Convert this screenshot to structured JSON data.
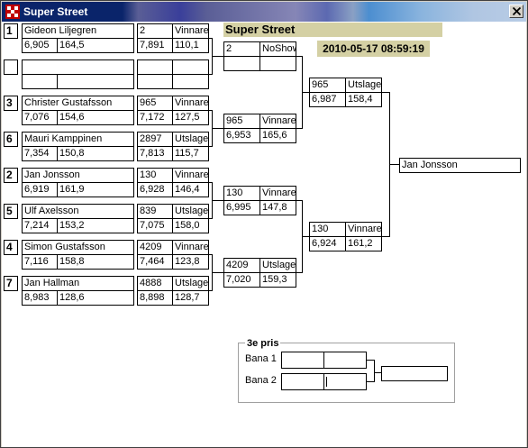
{
  "window": {
    "title": "Super Street",
    "icon": "dragster-app-icon"
  },
  "event": {
    "title": "Super Street",
    "datetime": "2010-05-17 08:59:19"
  },
  "round1": [
    {
      "seed": "1",
      "name": "Gideon Liljegren",
      "rt": "6,905",
      "speed": "164,5",
      "lane": "2",
      "result": "Vinnare",
      "et": "7,891",
      "mph": "110,1"
    },
    {
      "seed": "",
      "name": "",
      "rt": "",
      "speed": "",
      "lane": "",
      "result": "",
      "et": "",
      "mph": ""
    },
    {
      "seed": "3",
      "name": "Christer Gustafsson",
      "rt": "7,076",
      "speed": "154,6",
      "lane": "965",
      "result": "Vinnare",
      "et": "7,172",
      "mph": "127,5"
    },
    {
      "seed": "6",
      "name": "Mauri Kamppinen",
      "rt": "7,354",
      "speed": "150,8",
      "lane": "2897",
      "result": "Utslagen",
      "et": "7,813",
      "mph": "115,7"
    },
    {
      "seed": "2",
      "name": "Jan Jonsson",
      "rt": "6,919",
      "speed": "161,9",
      "lane": "130",
      "result": "Vinnare",
      "et": "6,928",
      "mph": "146,4"
    },
    {
      "seed": "5",
      "name": "Ulf Axelsson",
      "rt": "7,214",
      "speed": "153,2",
      "lane": "839",
      "result": "Utslagen",
      "et": "7,075",
      "mph": "158,0"
    },
    {
      "seed": "4",
      "name": "Simon Gustafsson",
      "rt": "7,116",
      "speed": "158,8",
      "lane": "4209",
      "result": "Vinnare",
      "et": "7,464",
      "mph": "123,8"
    },
    {
      "seed": "7",
      "name": "Jan Hallman",
      "rt": "8,983",
      "speed": "128,6",
      "lane": "4888",
      "result": "Utslagen",
      "et": "8,898",
      "mph": "128,7"
    }
  ],
  "round2": [
    {
      "lane": "2",
      "result": "NoShow",
      "et": "",
      "mph": ""
    },
    {
      "lane": "965",
      "result": "Vinnare",
      "et": "6,953",
      "mph": "165,6"
    },
    {
      "lane": "130",
      "result": "Vinnare",
      "et": "6,995",
      "mph": "147,8"
    },
    {
      "lane": "4209",
      "result": "Utslagen",
      "et": "7,020",
      "mph": "159,3"
    }
  ],
  "round3": [
    {
      "lane": "965",
      "result": "Utslagen",
      "et": "6,987",
      "mph": "158,4"
    },
    {
      "lane": "130",
      "result": "Vinnare",
      "et": "6,924",
      "mph": "161,2"
    }
  ],
  "winner": "Jan Jonsson",
  "third_place": {
    "title": "3e pris",
    "lane1_label": "Bana 1",
    "lane2_label": "Bana 2",
    "lane1_a": "",
    "lane1_b": "",
    "lane2_a": "",
    "lane2_b": "",
    "winner": ""
  }
}
